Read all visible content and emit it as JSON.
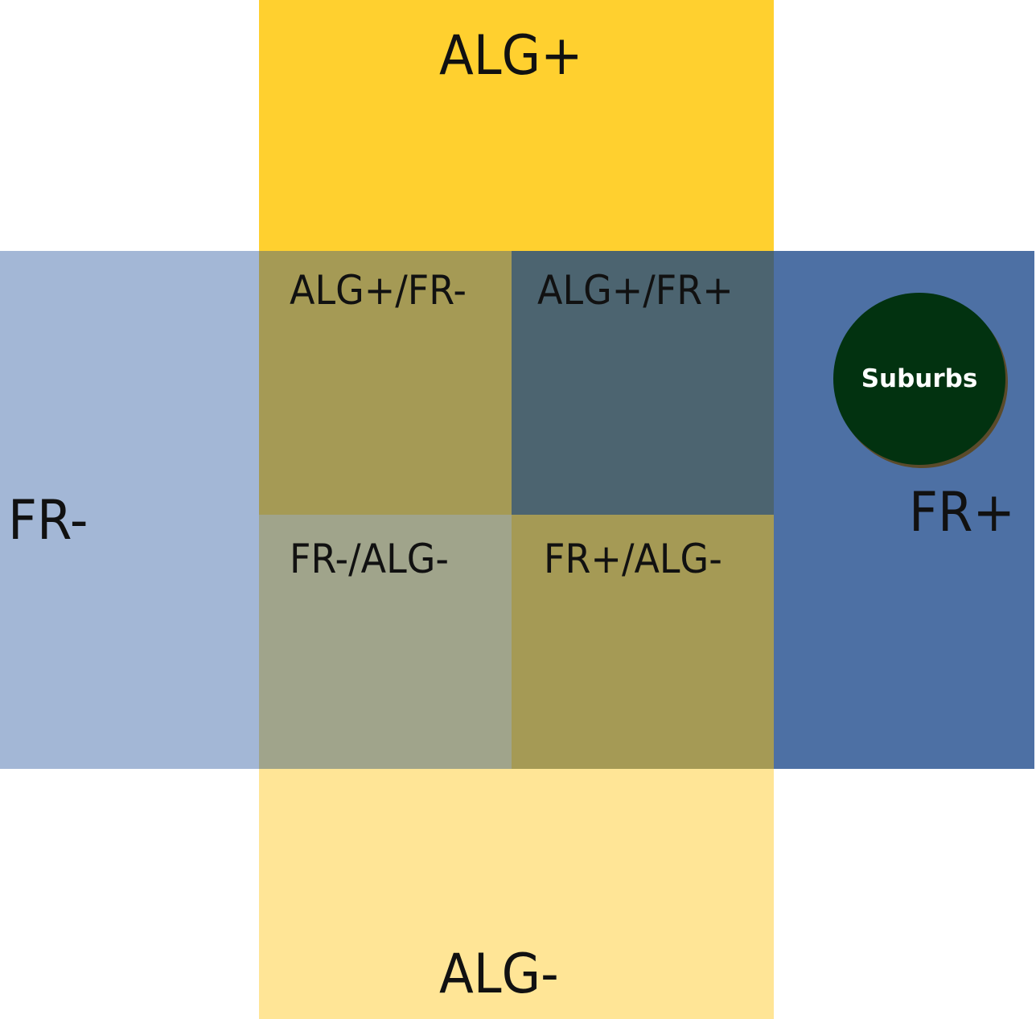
{
  "diagram": {
    "bands": {
      "alg_plus": {
        "label": "ALG+",
        "color": "#FFD02F"
      },
      "alg_minus": {
        "label": "ALG-",
        "color": "#FFE596"
      },
      "fr_minus": {
        "label": "FR-",
        "color": "#A3B7D6"
      },
      "fr_plus": {
        "label": "FR+",
        "color": "#4D70A4"
      }
    },
    "quadrants": [
      {
        "label": "ALG+/FR-",
        "color": "#A59A55"
      },
      {
        "label": "ALG+/FR+",
        "color": "#4C6470"
      },
      {
        "label": "FR-/ALG-",
        "color": "#A0A48B"
      },
      {
        "label": "FR+/ALG-",
        "color": "#A59A55"
      }
    ],
    "marker": {
      "label": "Suburbs",
      "color": "#023210"
    }
  }
}
